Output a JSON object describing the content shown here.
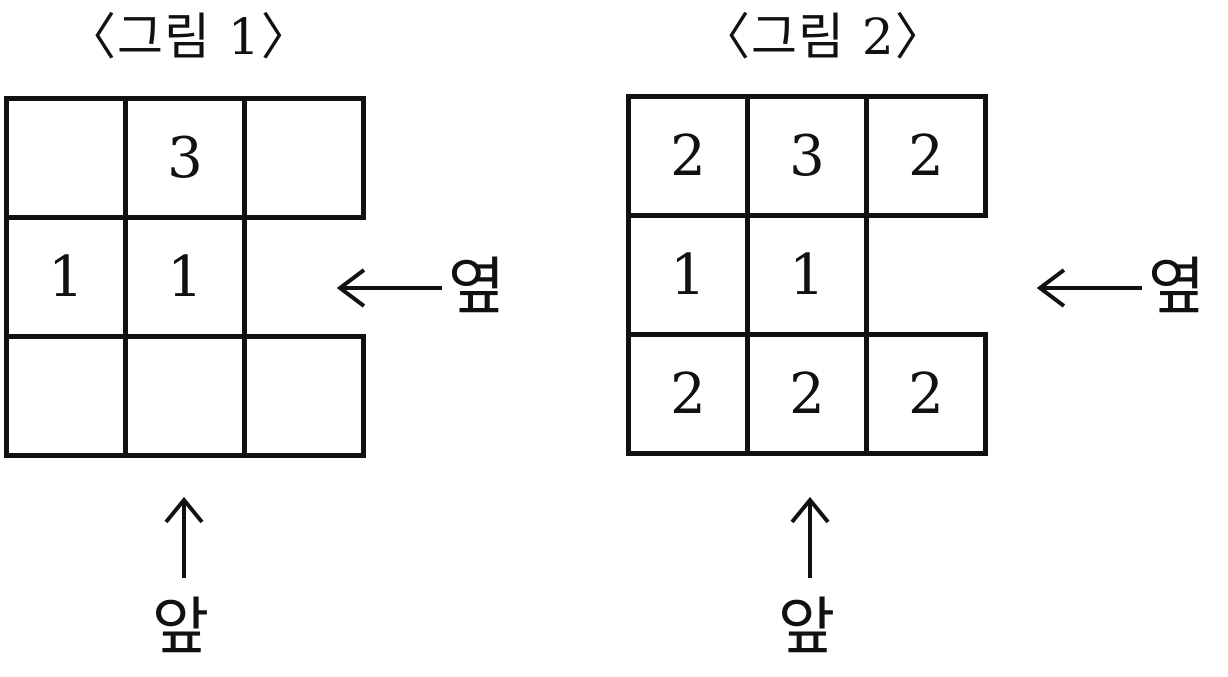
{
  "figures": [
    {
      "title": "〈그림 1〉",
      "rows": [
        [
          "",
          "3",
          ""
        ],
        [
          "1",
          "1",
          null
        ],
        [
          "",
          "",
          ""
        ]
      ],
      "side_label": "옆",
      "front_label": "앞"
    },
    {
      "title": "〈그림 2〉",
      "rows": [
        [
          "2",
          "3",
          "2"
        ],
        [
          "1",
          "1",
          null
        ],
        [
          "2",
          "2",
          "2"
        ]
      ],
      "side_label": "옆",
      "front_label": "앞"
    }
  ]
}
